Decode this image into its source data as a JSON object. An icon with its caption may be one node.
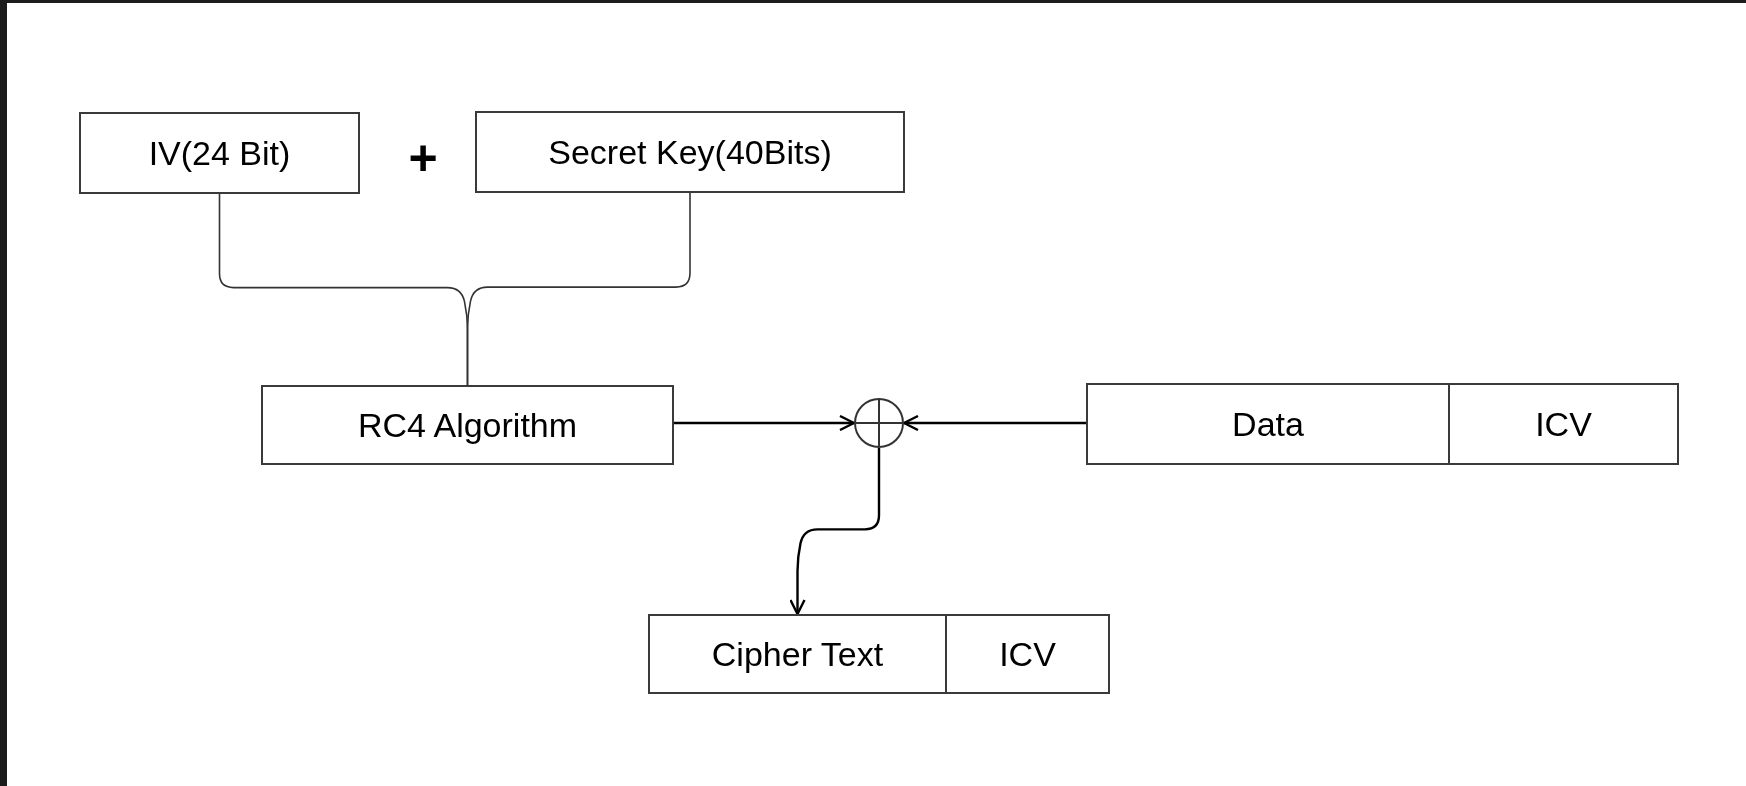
{
  "diagram": {
    "nodes": [
      {
        "text": [
          "IV(24 Bit)"
        ]
      },
      {
        "text": [
          "Secret Key(40Bits)"
        ]
      },
      {
        "text": [
          "RC4 Algorithm"
        ]
      },
      {
        "text": [],
        "shape": "circle"
      },
      {
        "text": [
          "Data"
        ]
      },
      {
        "text": [
          "ICV"
        ]
      },
      {
        "text": [
          "Cipher Text"
        ]
      },
      {
        "text": [
          "ICV"
        ]
      }
    ],
    "edges": [
      {
        "from": 0,
        "to": 2,
        "arrow": "none"
      },
      {
        "from": 1,
        "to": 2,
        "arrow": "none"
      },
      {
        "from": 2,
        "to": 3,
        "arrow": "to"
      },
      {
        "from": 4,
        "to": 3,
        "arrow": "to"
      },
      {
        "from": 3,
        "to": 6,
        "arrow": "to"
      }
    ],
    "labels": [
      "+"
    ]
  }
}
